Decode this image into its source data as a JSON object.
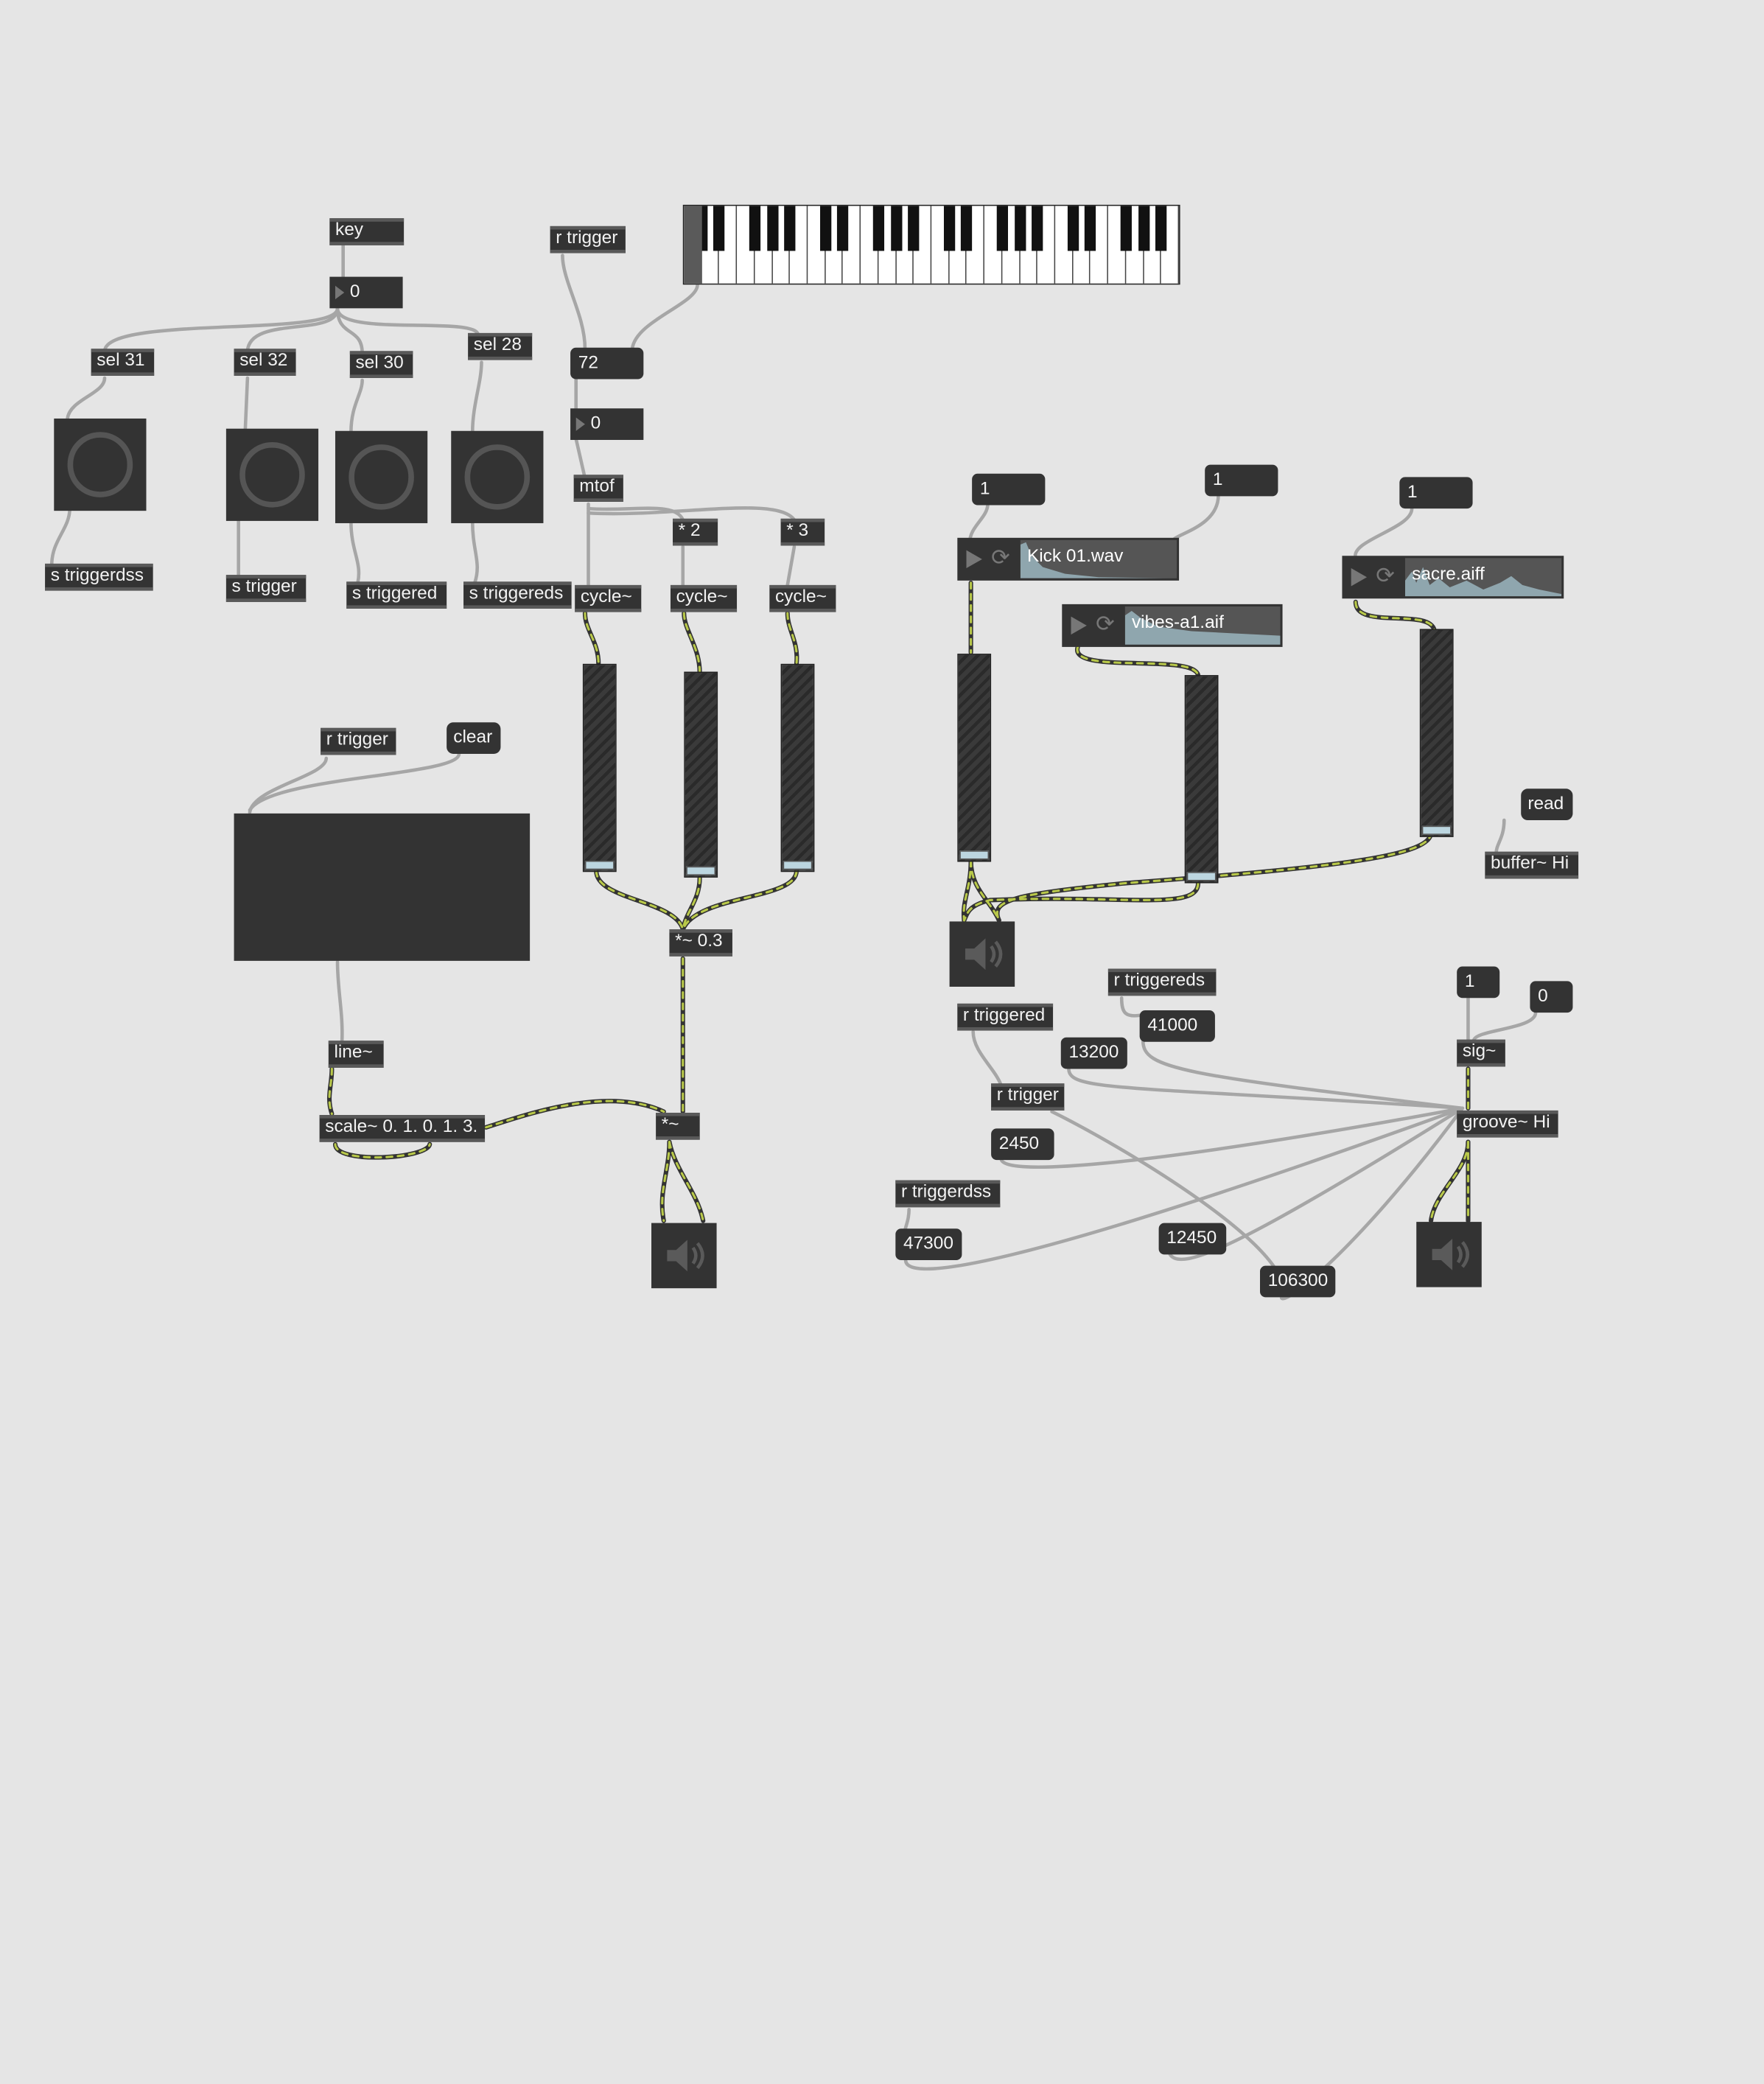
{
  "colors": {
    "background": "#e5e5e5",
    "object": "#333333",
    "audio_cable": "#b9c94a",
    "control_cable": "#a6a6a6"
  },
  "objects": {
    "key": "key",
    "sel31": "sel 31",
    "sel32": "sel 32",
    "sel30": "sel 30",
    "sel28": "sel 28",
    "s_triggerdss": "s triggerdss",
    "s_trigger": "s trigger",
    "s_triggered": "s triggered",
    "s_triggereds": "s triggereds",
    "r_trigger_top": "r trigger",
    "mtof": "mtof",
    "mul2": "* 2",
    "mul3": "* 3",
    "cycle1": "cycle~",
    "cycle2": "cycle~",
    "cycle3": "cycle~",
    "mulsig03": "*~ 0.3",
    "r_trigger_left": "r trigger",
    "line": "line~",
    "scale": "scale~ 0. 1. 0. 1. 3.",
    "mulsig": "*~",
    "buffer": "buffer~ Hi",
    "r_triggereds": "r triggereds",
    "r_triggered": "r triggered",
    "r_trigger_bottom": "r trigger",
    "r_triggerdss": "r triggerdss",
    "sig": "sig~",
    "groove": "groove~ Hi"
  },
  "messages": {
    "clear": "clear",
    "read": "read"
  },
  "number_boxes": {
    "key_out": "0",
    "kbd_note": "72",
    "mtof_in": "0",
    "kick_num": "1",
    "vibes_num": "1",
    "sacre_num": "1",
    "t13200": "13200",
    "t41000": "41000",
    "t2450": "2450",
    "t47300": "47300",
    "t12450": "12450",
    "t106300": "106300",
    "sig_one": "1",
    "sig_zero": "0"
  },
  "players": {
    "kick": "Kick 01.wav",
    "vibes": "vibes-a1.aif",
    "sacre": "sacre.aiff"
  },
  "meters": {
    "gain1": 0.03,
    "gain2": 0.03,
    "gain3": 0.03,
    "gain_kick": 0.03,
    "gain_vibes": 0.03,
    "gain_sacre": 0.03
  },
  "icons": {
    "play": "play-icon",
    "loop": "loop-icon",
    "speaker": "speaker-icon",
    "bang": "bang-circle-icon"
  }
}
